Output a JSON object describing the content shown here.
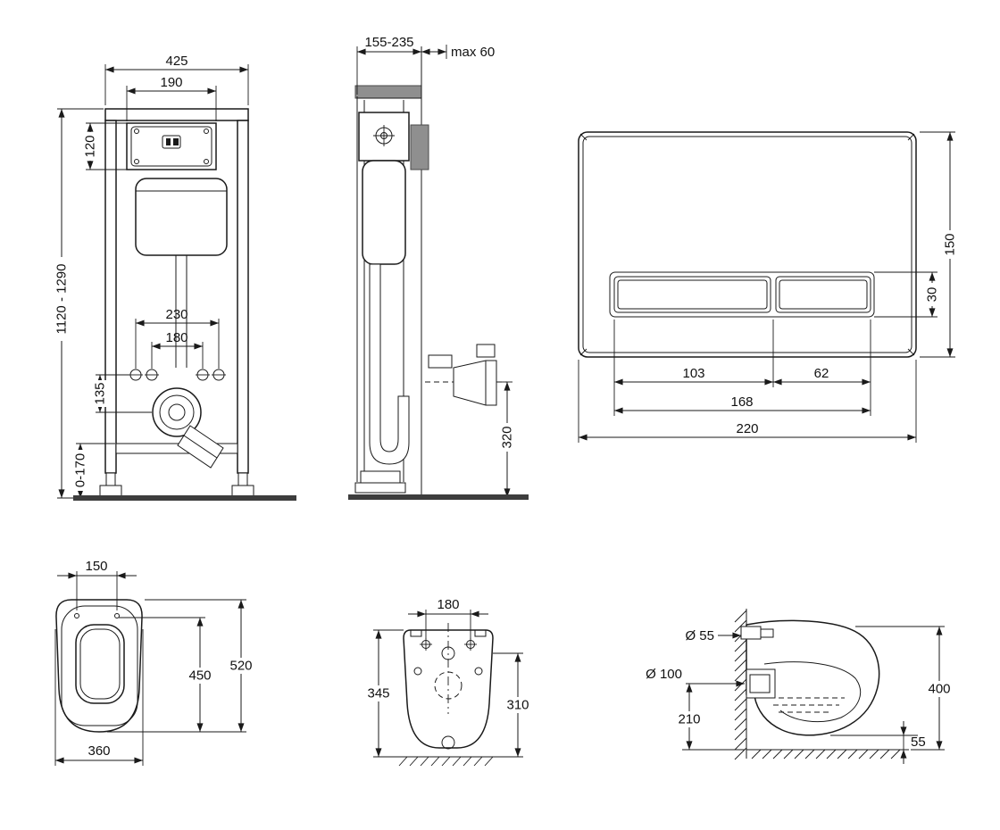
{
  "colors": {
    "line": "#1a1a1a",
    "wall_gray": "#8f8f8f",
    "floor": "#3d3d3d",
    "background": "#ffffff"
  },
  "views": {
    "frame_front": {
      "width_total": "425",
      "access_width": "190",
      "access_height": "120",
      "height_range": "1120 - 1290",
      "holes_outer": "230",
      "holes_inner": "180",
      "drain_offset": "135",
      "foot_adjust": "0-170"
    },
    "frame_side": {
      "depth_range": "155-235",
      "wall_max": "max 60",
      "outlet_height": "320"
    },
    "flush_plate": {
      "height": "150",
      "button_height": "30",
      "button_left_width": "103",
      "button_right_width": "62",
      "buttons_width": "168",
      "plate_width": "220"
    },
    "bowl_top": {
      "hinge_spacing": "150",
      "inner_length": "450",
      "length": "520",
      "width": "360"
    },
    "bowl_rear": {
      "holes_spacing": "180",
      "height_left": "345",
      "height_right": "310"
    },
    "bowl_side": {
      "inlet_diameter": "Ø 55",
      "outlet_diameter": "Ø 100",
      "outlet_height": "210",
      "height": "400",
      "bottom_gap": "55"
    }
  }
}
